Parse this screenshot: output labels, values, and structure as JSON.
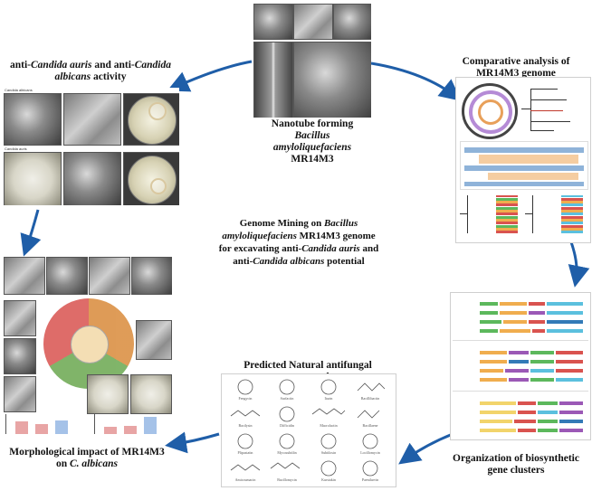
{
  "center_title": {
    "line1": "Genome Mining on",
    "line1_italic": "Bacillus",
    "line2_italic": "amyloliquefaciens",
    "line2": " MR14M3 genome",
    "line3": "for excavating anti-",
    "line3_italic": "Candida auris",
    "line3_end": " and",
    "line4": "anti-",
    "line4_italic": "Candida albicans",
    "line4_end": " potential"
  },
  "top_center": {
    "line1": "Nanotube forming ",
    "line1_italic": "Bacillus",
    "line2_italic": "amyloliquefaciens",
    "line3": "MR14M3"
  },
  "top_left": {
    "line1a": "anti-",
    "line1_italic": "Candida auris",
    "line1b": " and anti-",
    "line1_italic2": "Candida",
    "line2_italic": "albicans",
    "line2": " activity",
    "label_a": "Candida albicans",
    "label_b": "Candida auris"
  },
  "top_right": {
    "line1": "Comparative analysis of",
    "line2": "MR14M3 genome"
  },
  "bottom_left": {
    "line1": "Morphological impact of MR14M3",
    "line2a": "on ",
    "line2_italic": "C. albicans"
  },
  "bottom_center": {
    "title": "Predicted Natural antifungal compounds",
    "compounds": [
      "Fengycin",
      "Surfactin",
      "Iturin",
      "Bacillibactin",
      "Bacilysin",
      "Difficidin",
      "Macrolactin",
      "Bacillaene",
      "Plipastatin",
      "Mycosubtilin",
      "Subtilosin",
      "Locillomycin",
      "Amicoumacin",
      "Bacillomycin",
      "Kurstakin",
      "Paenilarvin"
    ]
  },
  "bottom_right": {
    "line1": "Organization of biosynthetic",
    "line2": "gene clusters"
  },
  "colors": {
    "arrow": "#1f5ea8",
    "wheel_orange": "#d98a3a",
    "wheel_green": "#6aa84f",
    "wheel_red": "#d9534f",
    "wheel_blue": "#4a86c5"
  }
}
